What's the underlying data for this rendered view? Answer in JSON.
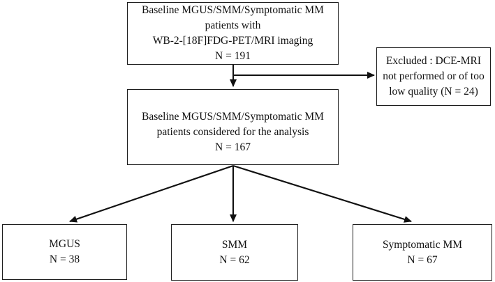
{
  "figure": {
    "type": "patient-flow-diagram"
  },
  "boxes": {
    "top": {
      "lines": [
        "Baseline MGUS/SMM/Symptomatic MM",
        "patients with",
        "WB-2-[18F]FDG-PET/MRI imaging",
        "N = 191"
      ],
      "n": 191
    },
    "excluded": {
      "lines": [
        "Excluded : DCE-MRI",
        "not performed or of too",
        "low quality (N = 24)"
      ],
      "n": 24
    },
    "analysis": {
      "lines": [
        "Baseline MGUS/SMM/Symptomatic MM",
        "patients considered for the analysis",
        "N = 167"
      ],
      "n": 167
    },
    "mgus": {
      "lines": [
        "MGUS",
        "N = 38"
      ],
      "n": 38
    },
    "smm": {
      "lines": [
        "SMM",
        "N = 62"
      ],
      "n": 62
    },
    "symptomatic": {
      "lines": [
        "Symptomatic MM",
        "N = 67"
      ],
      "n": 67
    }
  },
  "colors": {
    "background": "#ffffff",
    "border": "#1c1c1c",
    "text": "#111111",
    "arrow": "#111111"
  }
}
